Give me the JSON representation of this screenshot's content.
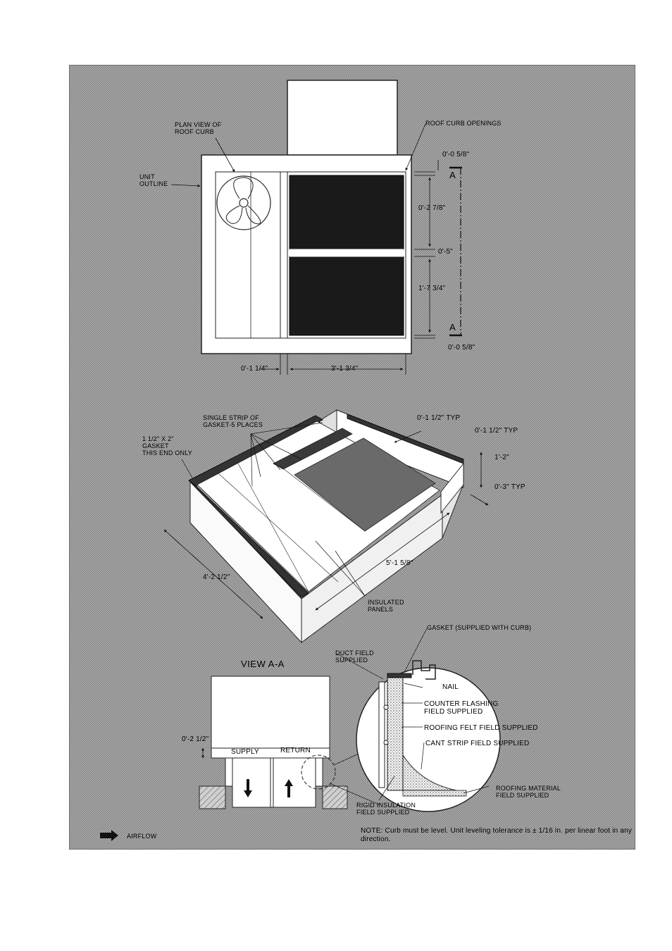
{
  "plan": {
    "plan_view_label": "PLAN VIEW OF\nROOF CURB",
    "unit_outline_label": "UNIT\nOUTLINE",
    "roof_curb_openings_label": "ROOF CURB OPENINGS",
    "section_marker_top": "A",
    "section_marker_bottom": "A",
    "dims": {
      "top_gap": "0'-0 5/8\"",
      "opening_upper": "0'-2 7/8\"",
      "divider": "0'-5\"",
      "opening_lower": "1'-7 3/4\"",
      "bottom_gap": "0'-0 5/8\"",
      "left_offset": "0'-1 1/4\"",
      "width": "3'-1 3/4\""
    }
  },
  "iso": {
    "gasket_strip_label": "SINGLE STRIP OF\nGASKET-5 PLACES",
    "gasket_end_label": "1 1/2\" x 2\"\nGASKET\nTHIS END ONLY",
    "insulated_panels_label": "INSULATED\nPANELS",
    "dims": {
      "top_typ": "0'-1 1/2\" TYP",
      "side_typ": "0'-1 1/2\" TYP",
      "height": "1'-2\"",
      "flange_typ": "0'-3\" TYP",
      "length": "5'-1 5/8\"",
      "width": "4'-2 1/2\""
    }
  },
  "section": {
    "title": "VIEW A-A",
    "supply_label": "SUPPLY",
    "return_label": "RETURN",
    "clearance_dim": "0'-2 1/2\"",
    "duct_label": "DUCT FIELD\nSUPPLIED",
    "gasket_label": "GASKET (SUPPLIED WITH CURB)",
    "nail_label": "NAIL",
    "counter_flashing_label": "COUNTER FLASHING\nFIELD SUPPLIED",
    "roofing_felt_label": "ROOFING FELT FIELD SUPPLIED",
    "cant_strip_label": "CANT STRIP FIELD SUPPLIED",
    "roofing_material_label": "ROOFING MATERIAL\nFIELD SUPPLIED",
    "rigid_insulation_label": "RIGID INSULATION\nFIELD SUPPLIED"
  },
  "legend": {
    "airflow_label": "AIRFLOW"
  },
  "note": "NOTE: Curb must be level. Unit leveling tolerance is ± 1/16 in. per linear foot in any direction.",
  "colors": {
    "sheet_gray": "#a7a7a7",
    "ink": "#111111",
    "panel_fill": "#ffffff"
  }
}
